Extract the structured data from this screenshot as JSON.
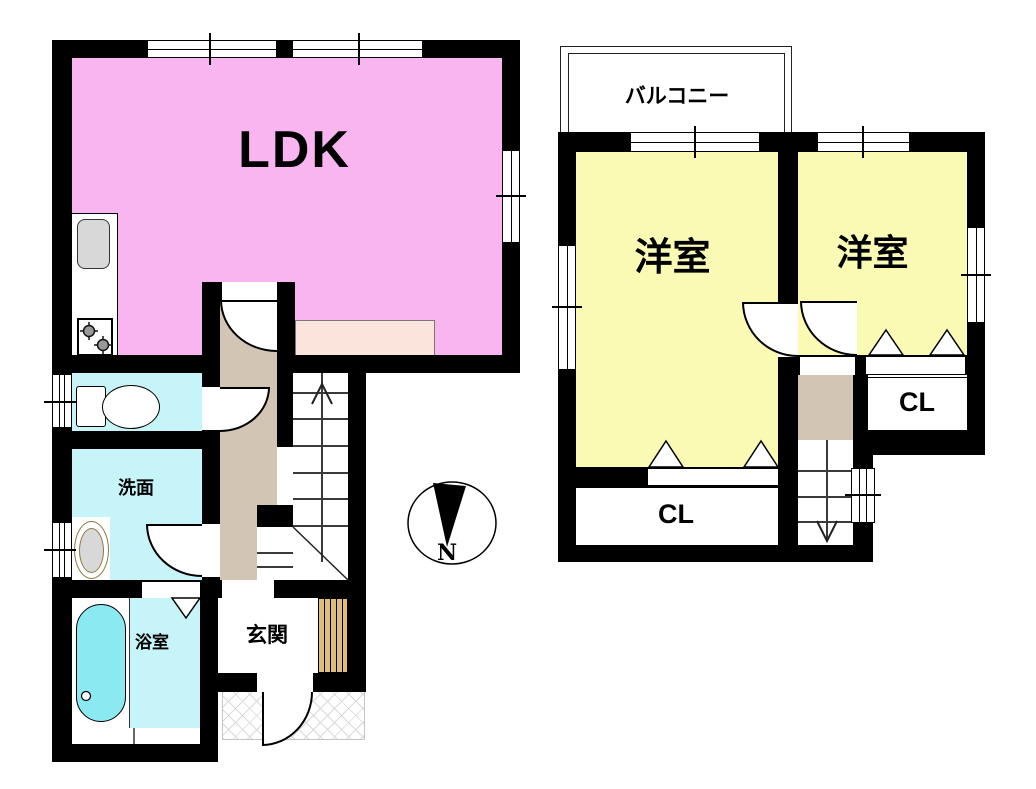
{
  "floor1": {
    "ldk": "LDK",
    "washroom": "洗面",
    "bathroom": "浴室",
    "entrance": "玄関"
  },
  "floor2": {
    "balcony": "バルコニー",
    "room_left": "洋室",
    "room_right": "洋室",
    "closet_left": "CL",
    "closet_right": "CL"
  },
  "compass": {
    "north": "N"
  },
  "colors": {
    "wall": "#000000",
    "ldk": "#F8B5F0",
    "room": "#FAFAB5",
    "wet": "#C7F4F8",
    "tub": "#8BE9F2",
    "hall": "#D3C5B3",
    "counter": "#FAE4DC",
    "slat": "#DDBE7B",
    "fixture": "#D8D8D8"
  }
}
